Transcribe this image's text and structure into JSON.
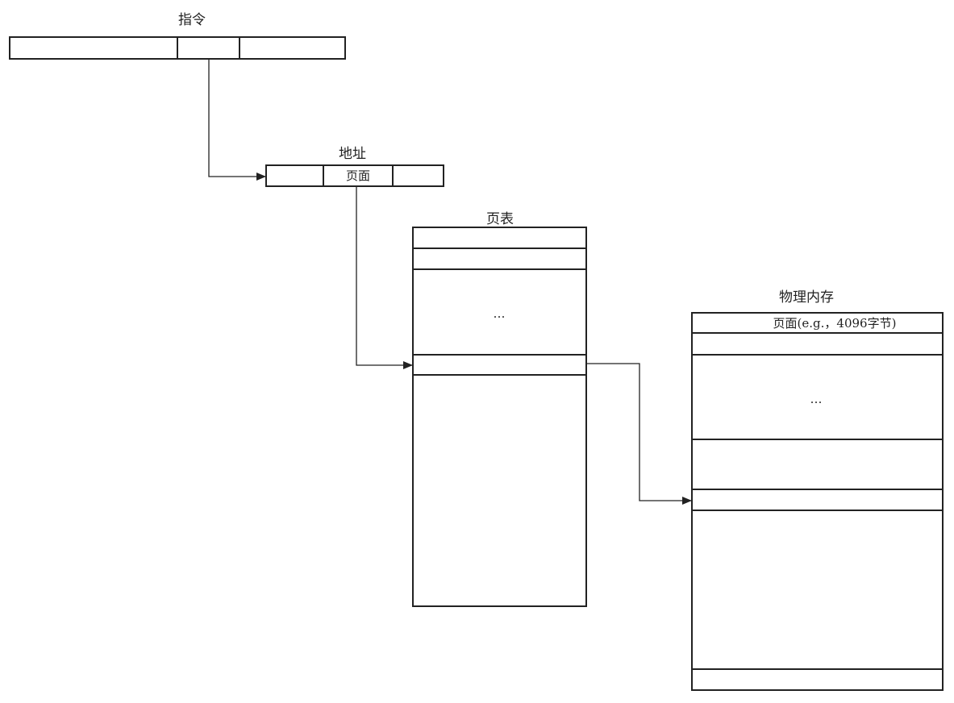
{
  "instruction": {
    "title": "指令"
  },
  "address": {
    "title": "地址",
    "page_field": "页面"
  },
  "page_table": {
    "title": "页表",
    "ellipsis": "…"
  },
  "physical_memory": {
    "title": "物理内存",
    "first_page": "页面(e.g.，4096字节)",
    "ellipsis": "…"
  },
  "colors": {
    "stroke": "#222222",
    "background": "#ffffff"
  }
}
